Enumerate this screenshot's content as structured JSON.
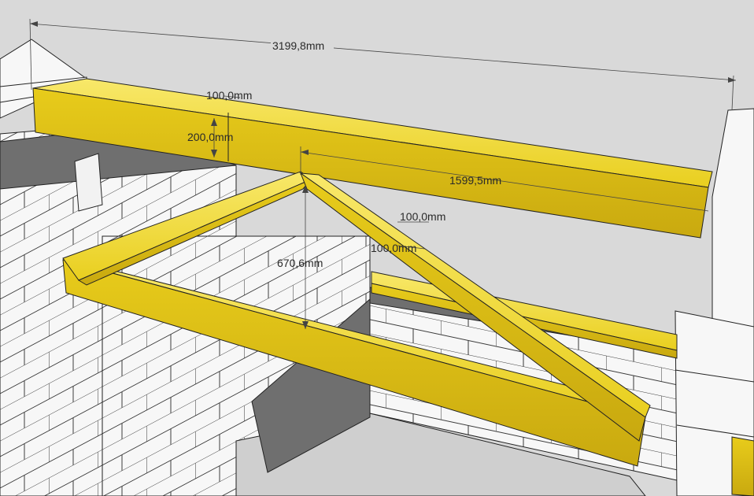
{
  "dimensions": {
    "overall_length": "3199,8mm",
    "beam_width": "100,0mm",
    "beam_height": "200,0mm",
    "half_span": "1599,5mm",
    "truss_rise": "670,6mm",
    "brace_width": "100,0mm",
    "brace_depth": "100,0mm"
  },
  "colors": {
    "timber": "#f2dc2e",
    "timber_dark": "#c9a90f",
    "timber_shadow": "#a38a10",
    "masonry": "#f7f7f7",
    "mortar_line": "#3a3a3a",
    "slab": "#7a7a7a",
    "sky": "#d9d9d9"
  }
}
